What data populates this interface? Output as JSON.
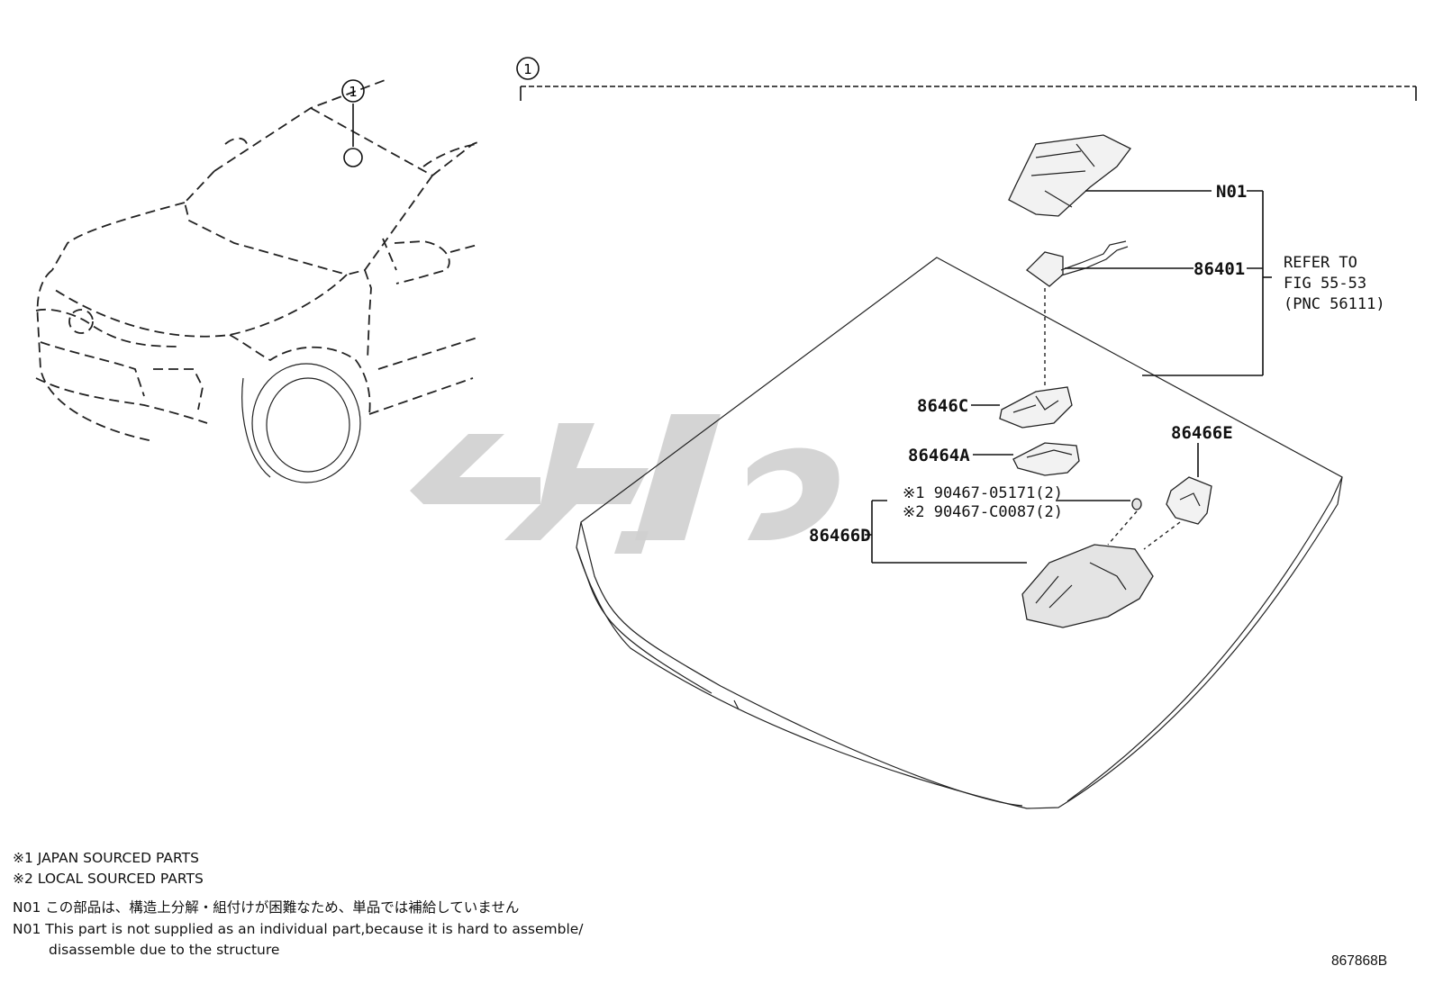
{
  "callout_index": "1",
  "part_labels": {
    "n01": "N01",
    "p86401": "86401",
    "p8646c": "8646C",
    "p86464a": "86464A",
    "p86466e": "86466E",
    "p86466d": "86466D"
  },
  "refer_note": {
    "line1": "REFER TO",
    "line2": "FIG 55-53",
    "line3": "(PNC 56111)"
  },
  "fasteners": {
    "line1": "※1 90467-05171(2)",
    "line2": "※2 90467-C0087(2)"
  },
  "legend": {
    "japan": "※1 JAPAN SOURCED PARTS",
    "local": "※2 LOCAL SOURCED PARTS",
    "n01_jp": "N01 この部品は、構造上分解・組付けが困難なため、単品では補給していません",
    "n01_en_1": "N01 This part is not supplied as an individual part,because it is hard to assemble/",
    "n01_en_2": "disassemble due to the structure"
  },
  "figure_code": "867868B"
}
